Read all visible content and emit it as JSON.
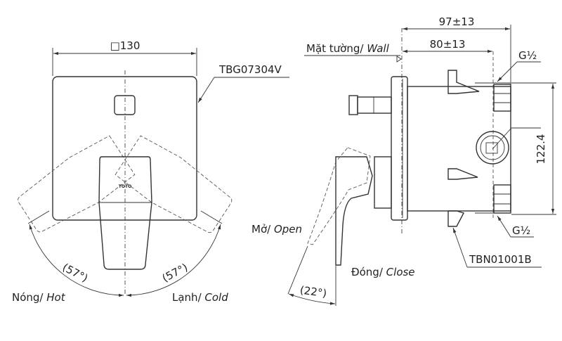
{
  "front_view": {
    "dimension_width": "□130",
    "part_code": "TBG07304V",
    "logo_text": "TOTO",
    "angle_left": "(57°)",
    "angle_right": "(57°)",
    "hot_label_vi": "Nóng/",
    "hot_label_en": "Hot",
    "cold_label_vi": "Lạnh/",
    "cold_label_en": "Cold"
  },
  "side_view": {
    "wall_label_vi": "Mặt tường/",
    "wall_label_en": "Wall",
    "dimension_total": "97±13",
    "dimension_depth": "80±13",
    "thread_top": "G½",
    "thread_bottom": "G½",
    "dimension_height": "122.4",
    "part_code": "TBN01001B",
    "open_label_vi": "Mở/",
    "open_label_en": "Open",
    "close_label_vi": "Đóng/",
    "close_label_en": "Close",
    "angle_handle": "(22°)"
  }
}
